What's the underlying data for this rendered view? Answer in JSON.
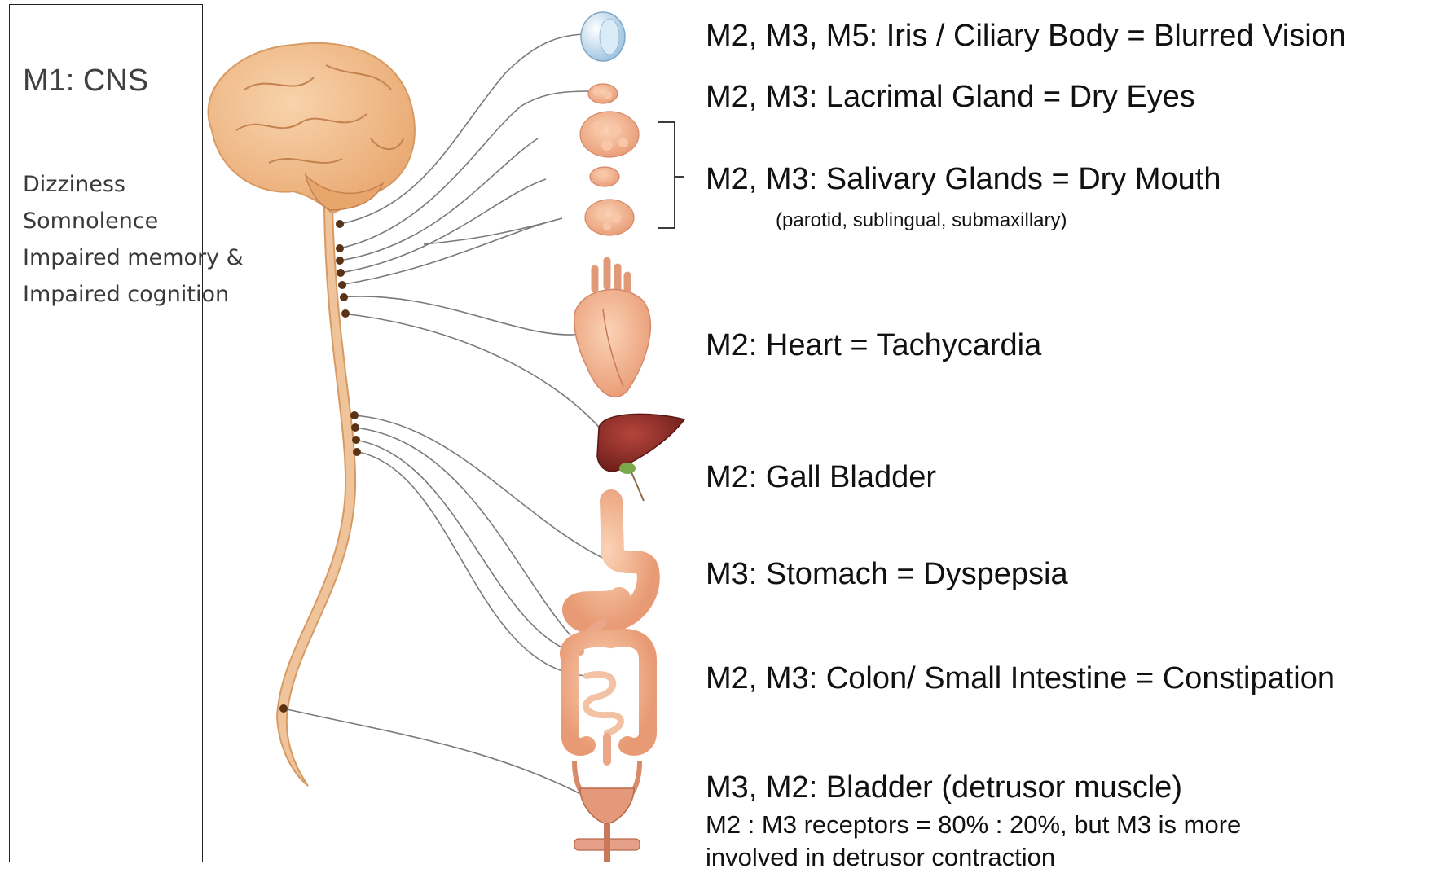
{
  "cns_panel": {
    "title": "M1: CNS",
    "symptoms": [
      "Dizziness",
      "Somnolence",
      "Impaired memory &",
      "Impaired  cognition"
    ]
  },
  "organs": {
    "eye": {
      "label": "M2, M3, M5:  Iris / Ciliary Body = Blurred Vision"
    },
    "lacrimal": {
      "label": "M2, M3: Lacrimal Gland = Dry Eyes"
    },
    "salivary": {
      "label": "M2, M3: Salivary Glands = Dry Mouth",
      "note": "(parotid, sublingual, submaxillary)"
    },
    "heart": {
      "label": "M2: Heart = Tachycardia"
    },
    "gallbladder": {
      "label": "M2: Gall Bladder"
    },
    "stomach": {
      "label": "M3: Stomach = Dyspepsia"
    },
    "intestine": {
      "label": "M2, M3: Colon/ Small Intestine = Constipation"
    },
    "bladder": {
      "label": "M3, M2: Bladder (detrusor muscle)",
      "note_line1": "M2 : M3 receptors = 80% : 20%, but M3 is more",
      "note_line2": "involved in detrusor contraction"
    }
  },
  "colors": {
    "nerve": "#f0c49b",
    "nerve_outline": "#d69a62",
    "ganglion": "#5a3215",
    "fiber": "#777777",
    "brain": "#f2c090",
    "organ_tissue": "#f4b28e",
    "liver": "#8b2a24",
    "eye": "#cfe3f2"
  }
}
